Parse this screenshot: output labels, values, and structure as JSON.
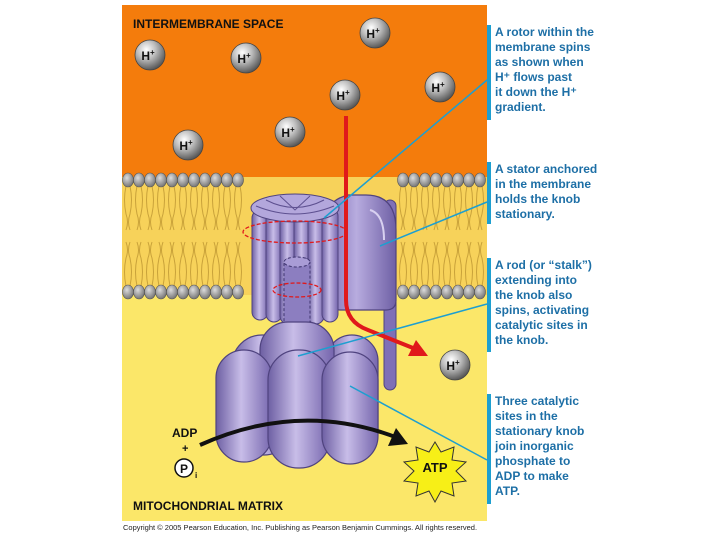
{
  "regions": {
    "top": "INTERMEMBRANE SPACE",
    "bottom": "MITOCHONDRIAL MATRIX"
  },
  "ions": {
    "h_base": "H",
    "h_sup": "+"
  },
  "reactants": {
    "adp": "ADP",
    "plus": "+",
    "p": "P",
    "p_sub": "i",
    "atp": "ATP"
  },
  "callouts": [
    {
      "lines": [
        "A rotor within the",
        "membrane spins",
        "as shown when",
        "H⁺ flows past",
        "it down the H⁺",
        "gradient."
      ]
    },
    {
      "lines": [
        "A stator anchored",
        "in the membrane",
        "holds the knob",
        "stationary."
      ]
    },
    {
      "lines": [
        "A rod (or “stalk”)",
        "extending into",
        "the knob also",
        "spins, activating",
        "catalytic sites in",
        "the knob."
      ]
    },
    {
      "lines": [
        "Three catalytic",
        "sites in the",
        "stationary knob",
        "join inorganic",
        "phosphate to",
        "ADP to make",
        "ATP."
      ]
    }
  ],
  "copyright": "Copyright © 2005 Pearson Education, Inc. Publishing as Pearson Benjamin Cummings. All rights reserved.",
  "colors": {
    "intermembrane": "#f47c0c",
    "matrix": "#fbe769",
    "membrane_core": "#f7d25a",
    "lipid_head": "#8f8f8f",
    "protein": "#9c8ec9",
    "arrow_red": "#e0191b",
    "callout_text": "#1d6fa6",
    "atp_star": "#f7ef17"
  }
}
